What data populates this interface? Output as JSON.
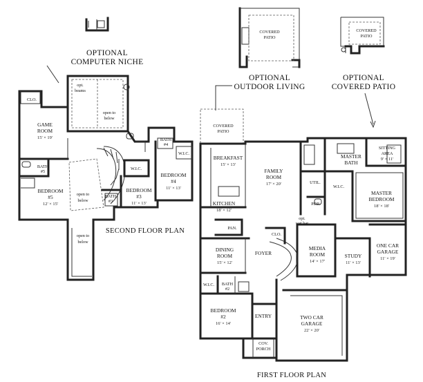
{
  "titles": {
    "second_floor": "SECOND FLOOR PLAN",
    "first_floor": "FIRST FLOOR PLAN",
    "computer_niche": [
      "OPTIONAL",
      "COMPUTER NICHE"
    ],
    "outdoor_living": [
      "OPTIONAL",
      "OUTDOOR LIVING"
    ],
    "covered_patio_opt": [
      "OPTIONAL",
      "COVERED PATIO"
    ]
  },
  "second_floor": {
    "clo": "CLO.",
    "opt_beams": [
      "opt.",
      "beams"
    ],
    "open_to_below_top": [
      "open to",
      "below"
    ],
    "game_room": [
      "GAME",
      "ROOM"
    ],
    "game_room_dim": "15' × 19'",
    "bath5": [
      "BATH",
      "#5"
    ],
    "bedroom5": [
      "BEDROOM",
      "#5"
    ],
    "bedroom5_dim": "12' × 15'",
    "open_to_below_mid": [
      "open to",
      "below"
    ],
    "open_to_below_low": [
      "open to",
      "below"
    ],
    "wic": "W.I.C.",
    "bath3": [
      "BATH",
      "#3"
    ],
    "bedroom3": [
      "BEDROOM",
      "#3"
    ],
    "bedroom3_dim": "11' × 13'",
    "bath4": [
      "BATH",
      "#4"
    ],
    "wic4": "W.I.C.",
    "bedroom4": [
      "BEDROOM",
      "#4"
    ],
    "bedroom4_dim": "11' × 13'"
  },
  "first_floor": {
    "covered_patio": [
      "COVERED",
      "PATIO"
    ],
    "breakfast": "BREAKFAST",
    "breakfast_dim": "15' × 13'",
    "family_room": [
      "FAMILY",
      "ROOM"
    ],
    "family_room_dim": "17' × 20'",
    "kitchen": "KITCHEN",
    "kitchen_dim": "18' × 12'",
    "pan": "PAN.",
    "util": "UTIL.",
    "wic": "W.I.C.",
    "pdr": "PDR.",
    "opt_wet_bar": [
      "opt.",
      "wet bar"
    ],
    "master_bath": [
      "MASTER",
      "BATH"
    ],
    "sitting_area": [
      "SITTING",
      "AREA"
    ],
    "sitting_area_dim": "9' × 11'",
    "master_bedroom": [
      "MASTER",
      "BEDROOM"
    ],
    "master_bedroom_dim": "18' × 18'",
    "dining_room": [
      "DINING",
      "ROOM"
    ],
    "dining_room_dim": "15' × 12'",
    "foyer": "FOYER",
    "clo": "CLO.",
    "media_room": [
      "MEDIA",
      "ROOM"
    ],
    "media_room_dim": "14' × 17'",
    "study": "STUDY",
    "study_dim": "11' × 13'",
    "one_car_garage": [
      "ONE CAR",
      "GARAGE"
    ],
    "one_car_garage_dim": "11' × 19'",
    "wic2": "W.I.C.",
    "bath2": [
      "BATH",
      "#2"
    ],
    "bedroom2": [
      "BEDROOM",
      "#2"
    ],
    "bedroom2_dim": "16' × 14'",
    "entry": "ENTRY",
    "two_car_garage": [
      "TWO CAR",
      "GARAGE"
    ],
    "two_car_garage_dim": "22' × 20'",
    "cov_porch": [
      "COV.",
      "PORCH"
    ]
  },
  "insets": {
    "covered_patio_a": [
      "COVERED",
      "PATIO"
    ],
    "covered_patio_b": [
      "COVERED",
      "PATIO"
    ]
  }
}
